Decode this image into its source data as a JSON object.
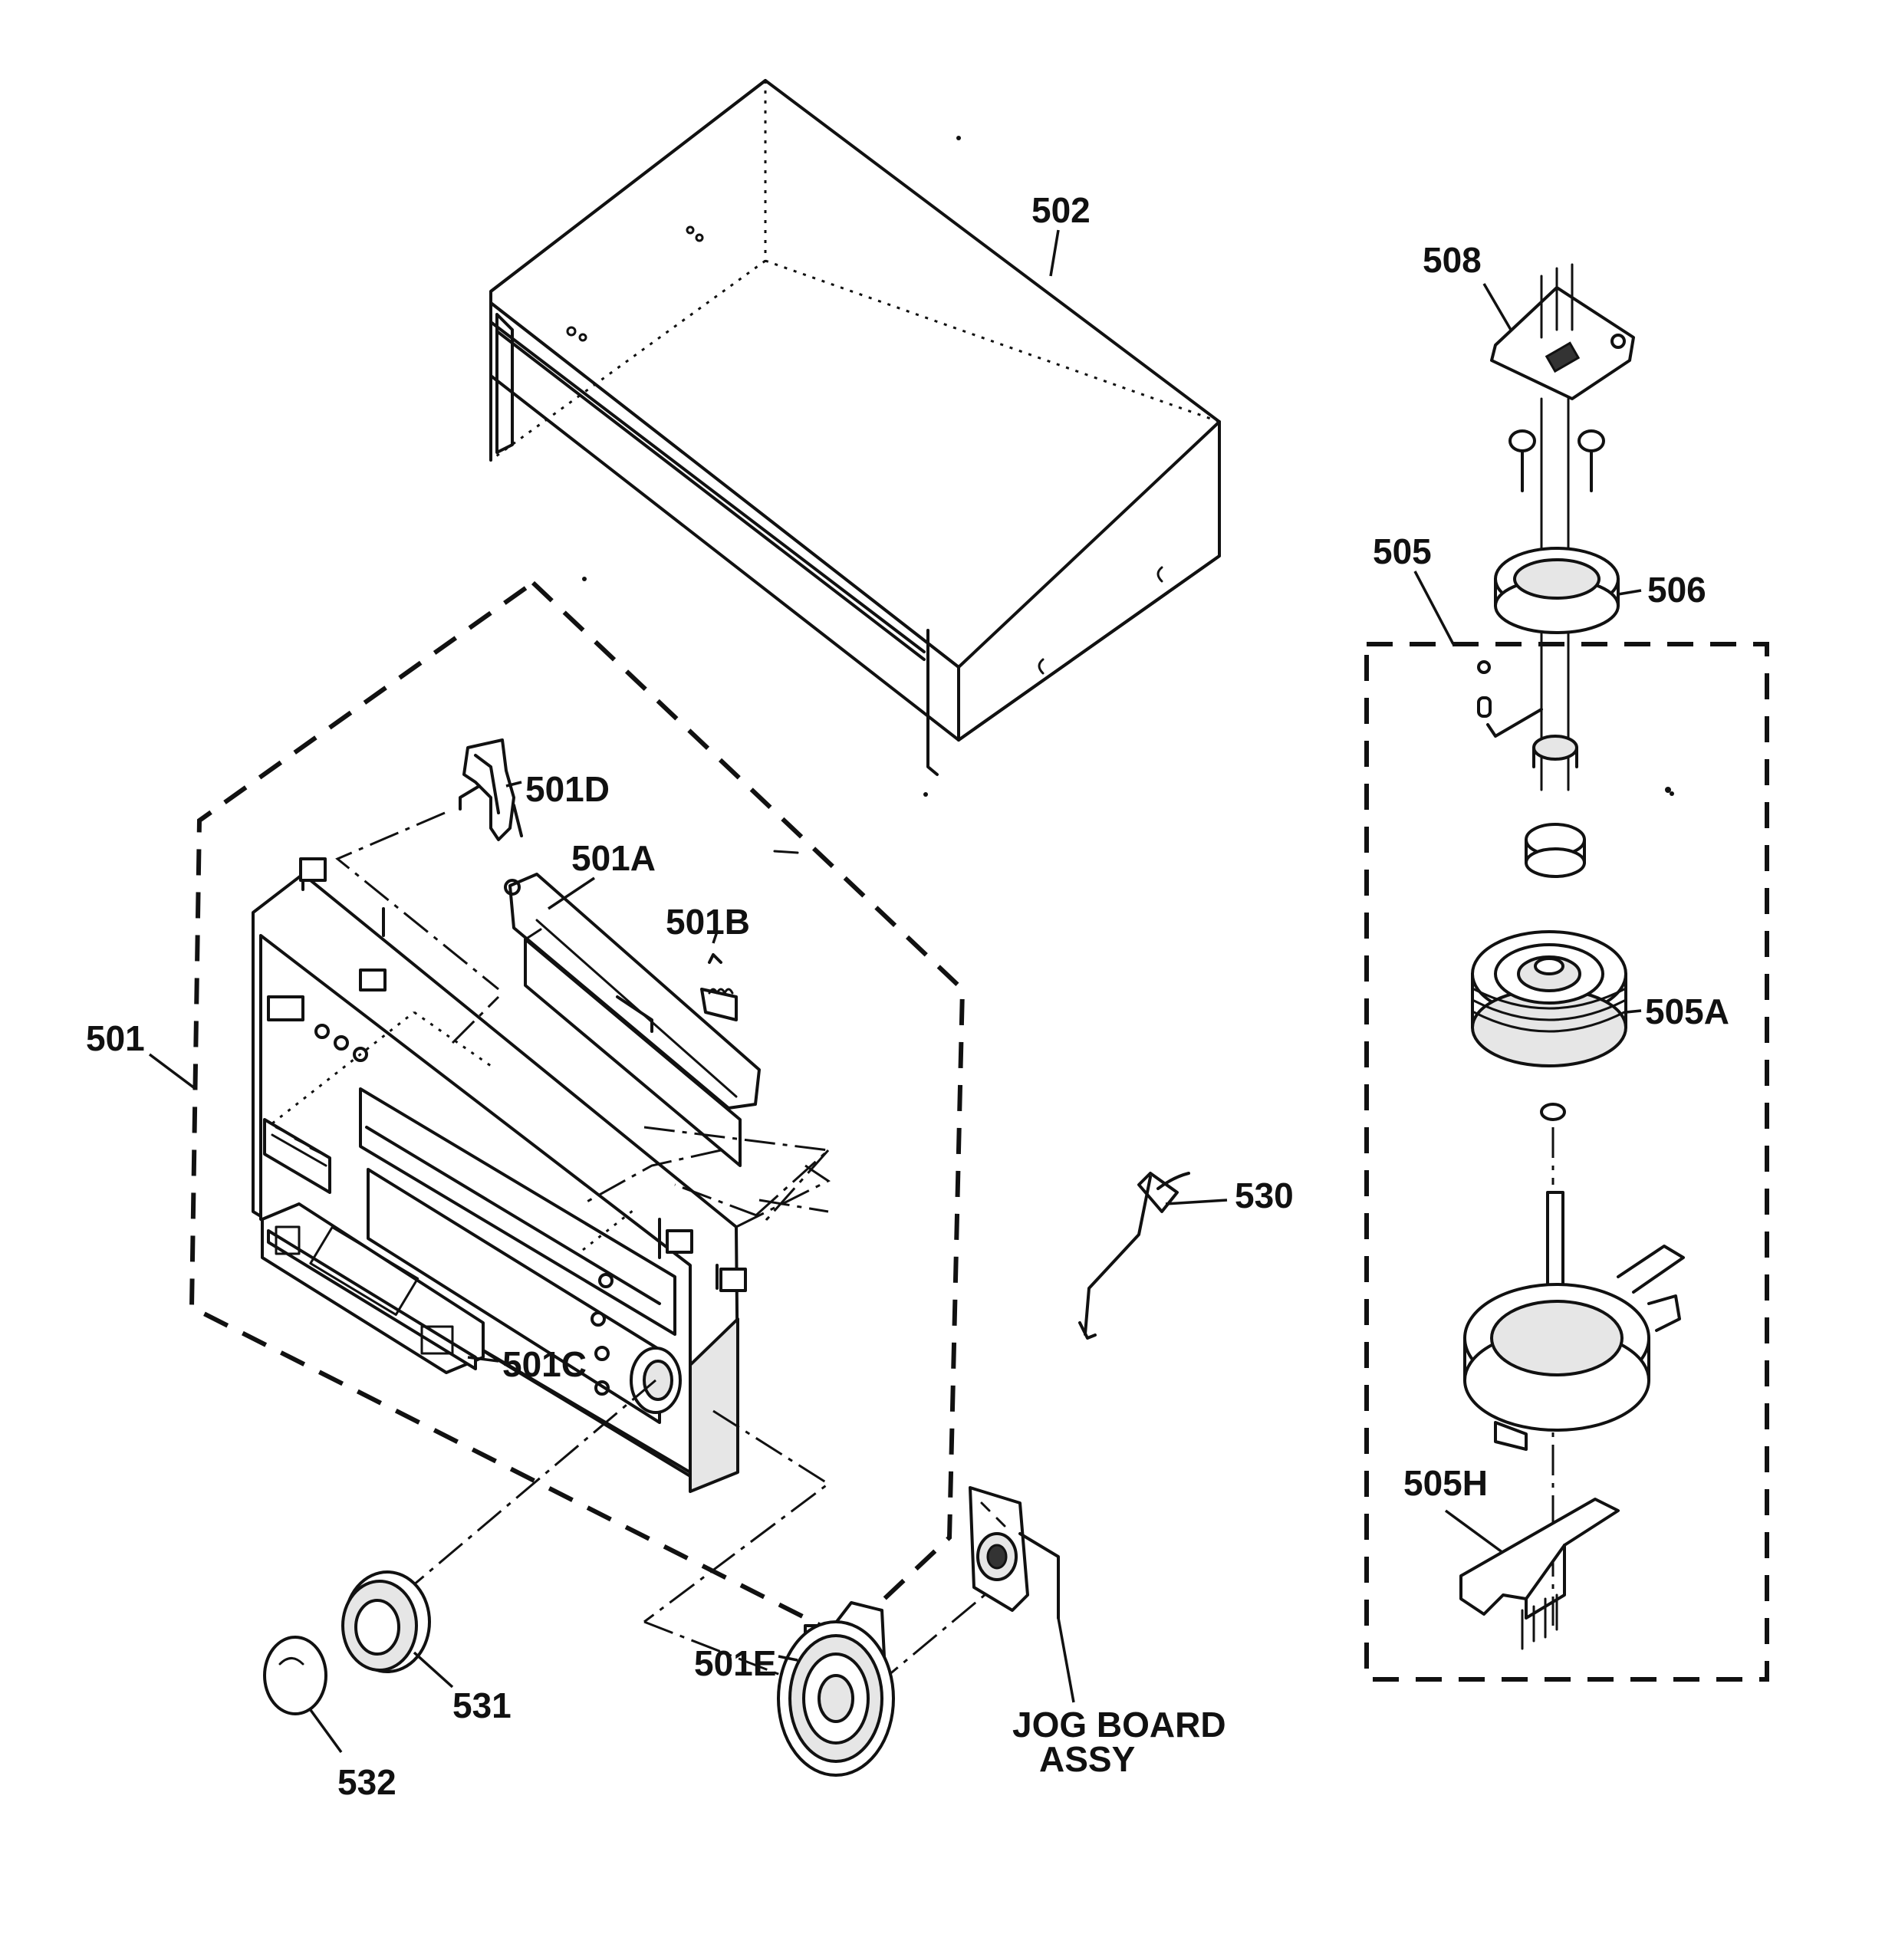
{
  "labels": {
    "p502": "502",
    "p508": "508",
    "p505": "505",
    "p506": "506",
    "p501D": "501D",
    "p501A": "501A",
    "p501B": "501B",
    "p501": "501",
    "p505A": "505A",
    "p530": "530",
    "p501C": "501C",
    "p505H": "505H",
    "p501E": "501E",
    "p531": "531",
    "p532": "532",
    "jog_line1": "JOG BOARD",
    "jog_line2": "ASSY"
  }
}
